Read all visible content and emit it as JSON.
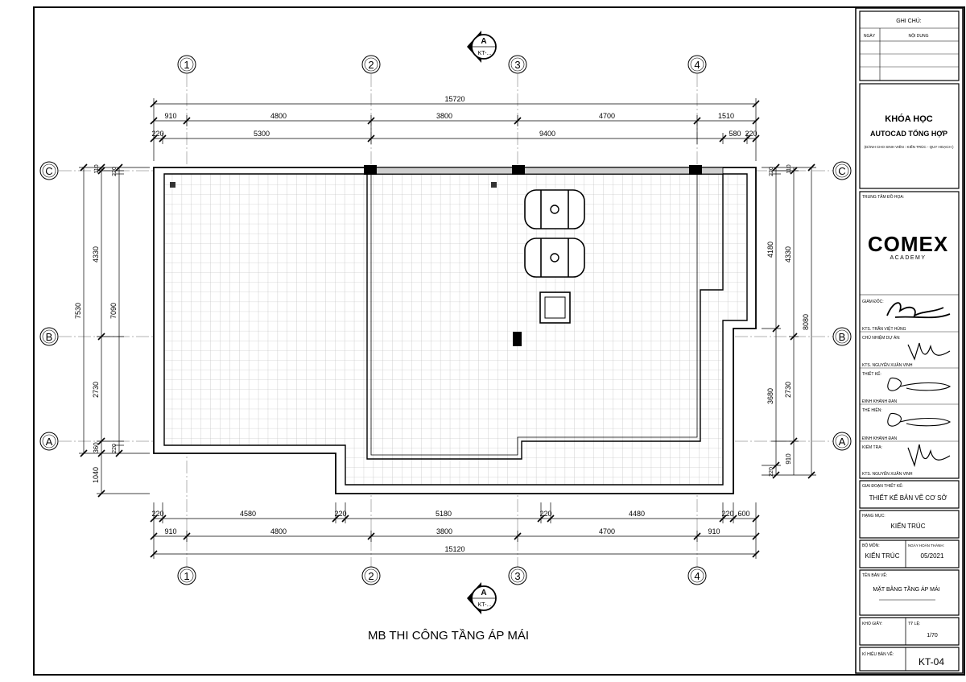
{
  "grid": {
    "columns": [
      "1",
      "2",
      "3",
      "4"
    ],
    "rows": [
      "C",
      "B",
      "A"
    ]
  },
  "section_marker": {
    "letter": "A",
    "sheet_ref": "KT-..."
  },
  "dimensions": {
    "top_total": "15720",
    "top_row1": [
      "910",
      "4800",
      "3800",
      "4700",
      "1510"
    ],
    "top_row2": [
      "220",
      "5300",
      "9400",
      "580",
      "220"
    ],
    "bottom_row1": [
      "220",
      "4580",
      "220",
      "5180",
      "220",
      "4480",
      "220",
      "600"
    ],
    "bottom_row2": [
      "910",
      "4800",
      "3800",
      "4700",
      "910"
    ],
    "bottom_total": "15120",
    "left_outer": "7530",
    "left_mid": "7090",
    "left_inner": [
      "110",
      "220",
      "4330",
      "2730",
      "360",
      "220",
      "1040"
    ],
    "right_outer": "8080",
    "right_mid": [
      "4330",
      "2730"
    ],
    "right_inner": [
      "110",
      "220",
      "4180",
      "3680",
      "910",
      "220"
    ]
  },
  "drawing_title": "MB THI CÔNG TẦNG ÁP MÁI",
  "title_block": {
    "notes_header": "GHI CHÚ:",
    "notes_col_date": "NGÀY",
    "notes_col_content": "NỘI DUNG",
    "course_title": "KHÓA HỌC",
    "course_subtitle": "AUTOCAD TỔNG HỢP",
    "course_note": "(DÀNH CHO SINH VIÊN : KIẾN TRÚC - QUY HOẠCH )",
    "center_label": "TRUNG TÂM ĐỒ HỌA:",
    "logo_text": "COMEX",
    "logo_sub": "ACADEMY",
    "director_label": "GIÁM ĐỐC:",
    "director_name": "KTS. TRẦN VIỆT HÙNG",
    "pm_label": "CHỦ NHIỆM DỰ ÁN:",
    "pm_name": "KTS. NGUYỄN XUÂN VINH",
    "design_label": "THIẾT KẾ:",
    "design_name": "ĐINH KHÁNH ĐAN",
    "drawn_label": "THỂ HIỆN:",
    "drawn_name": "ĐINH KHÁNH ĐAN",
    "check_label": "KIỂM TRA:",
    "check_name": "KTS. NGUYỄN XUÂN VINH",
    "phase_label": "GIAI ĐOẠN THIẾT KẾ:",
    "phase_value": "THIẾT KẾ BẢN VẼ CƠ SỞ",
    "item_label": "HẠNG MỤC:",
    "item_value": "KIẾN TRÚC",
    "dept_label": "BỘ MÔN:",
    "dept_value": "KIẾN TRÚC",
    "date_label": "NGÀY HOÀN THÀNH:",
    "date_value": "05/2021",
    "sheet_name_label": "TÊN BẢN VẼ:",
    "sheet_name_value": "MẶT BẰNG TẦNG ÁP MÁI",
    "paper_label": "KHỔ GIẤY:",
    "scale_label": "TỶ LỆ:",
    "scale_value": "1/70",
    "code_label": "KÍ HIỆU BẢN VẼ:",
    "code_value": "KT-04"
  }
}
